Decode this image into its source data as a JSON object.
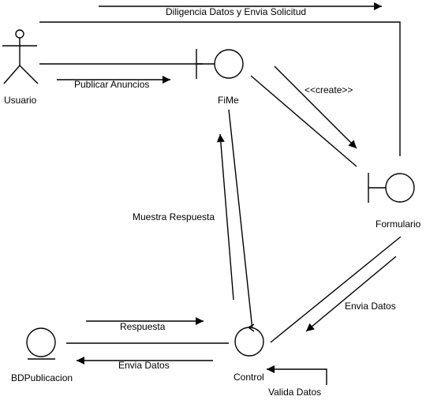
{
  "nodes": {
    "usuario": {
      "label": "Usuario",
      "kind": "actor"
    },
    "fime": {
      "label": "FiMe",
      "kind": "boundary"
    },
    "formulario": {
      "label": "Formulario",
      "kind": "boundary"
    },
    "control": {
      "label": "Control",
      "kind": "control"
    },
    "bdpublicacion": {
      "label": "BDPublicacion",
      "kind": "entity"
    }
  },
  "messages": {
    "diligencia": "Diligencia Datos y Envia Solicitud",
    "publicar": "Publicar Anuncios",
    "create": "<<create>>",
    "muestra": "Muestra Respuesta",
    "envia_form": "Envia Datos",
    "respuesta": "Respuesta",
    "envia_bd": "Envia Datos",
    "valida": "Valida Datos"
  }
}
